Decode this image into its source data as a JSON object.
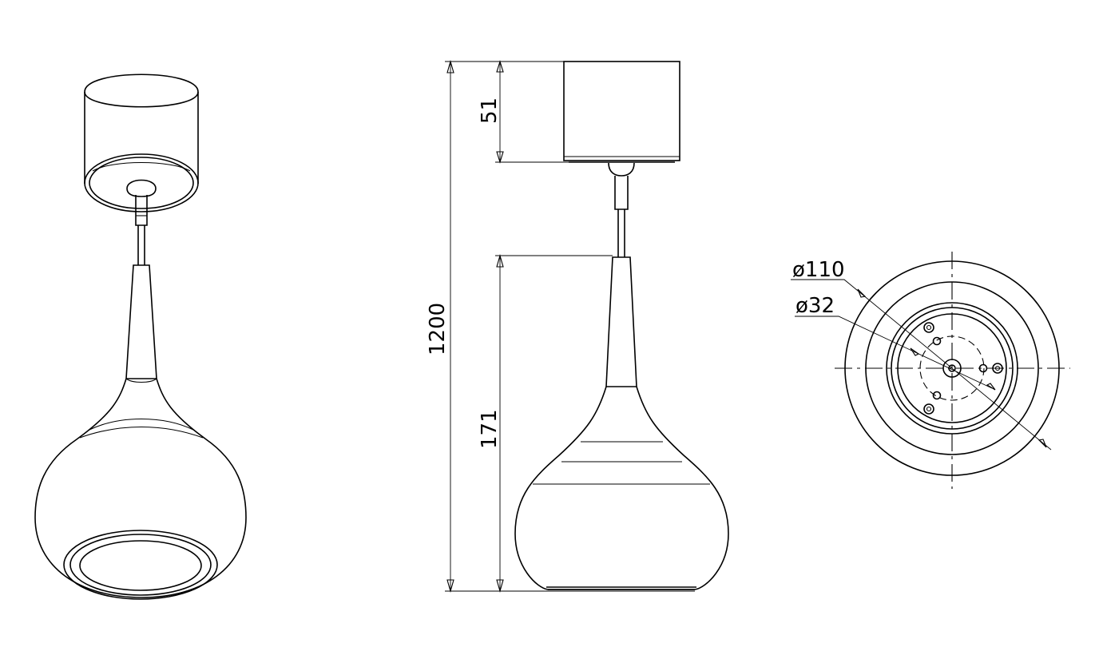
{
  "drawing": {
    "views": [
      "perspective-view",
      "side-elevation",
      "bottom-plan-view"
    ],
    "dimensions": {
      "overall_height": "1200",
      "canopy_height": "51",
      "shade_height": "171",
      "outer_diameter": "ø110",
      "inner_diameter": "ø32"
    },
    "colors": {
      "line": "#000000",
      "background": "#ffffff"
    }
  }
}
